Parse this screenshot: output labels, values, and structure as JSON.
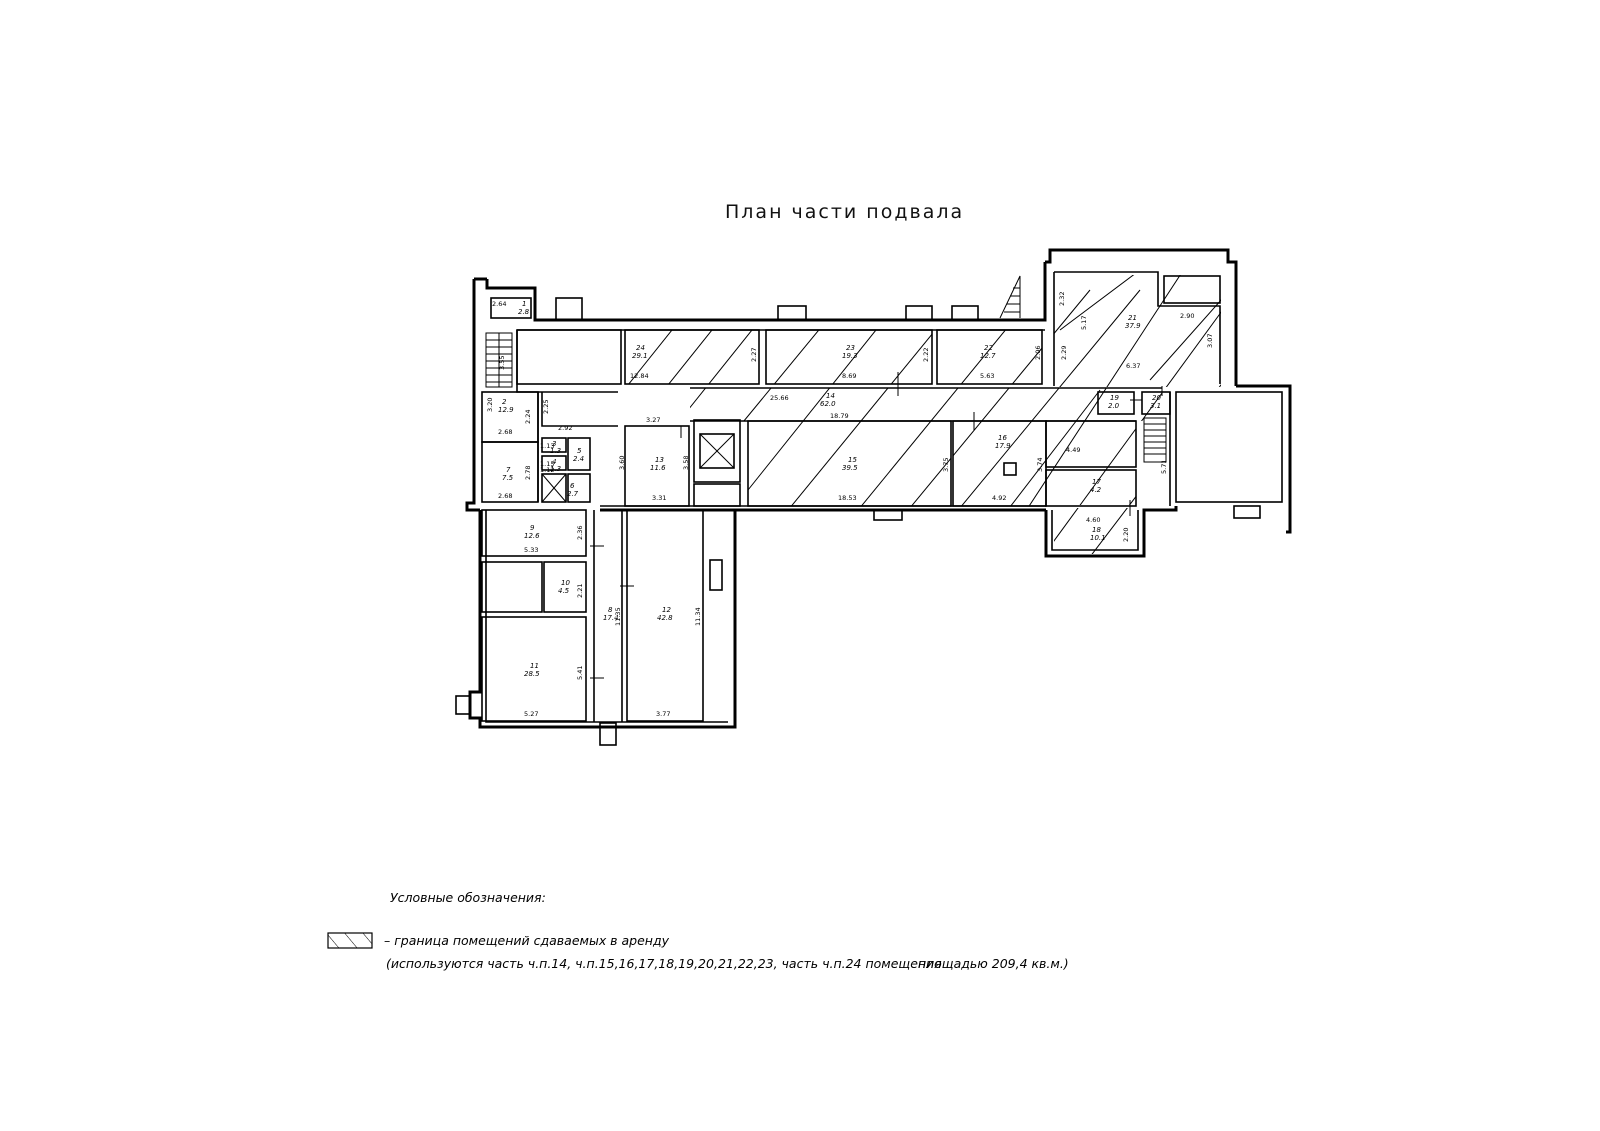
{
  "title": "План части подвала",
  "rooms": [
    {
      "n": "1",
      "area": "2.8"
    },
    {
      "n": "2",
      "area": "12.9"
    },
    {
      "n": "3",
      "area": "1.3"
    },
    {
      "n": "4",
      "area": "1.3"
    },
    {
      "n": "5",
      "area": "2.4"
    },
    {
      "n": "6",
      "area": "2.7"
    },
    {
      "n": "7",
      "area": "7.5"
    },
    {
      "n": "8",
      "area": "17.4"
    },
    {
      "n": "9",
      "area": "12.6"
    },
    {
      "n": "10",
      "area": "4.5"
    },
    {
      "n": "11",
      "area": "28.5"
    },
    {
      "n": "12",
      "area": "42.8"
    },
    {
      "n": "13",
      "area": "11.6"
    },
    {
      "n": "14",
      "area": "62.0"
    },
    {
      "n": "15",
      "area": "39.5"
    },
    {
      "n": "16",
      "area": "17.9"
    },
    {
      "n": "17",
      "area": "4.2"
    },
    {
      "n": "18",
      "area": "10.1"
    },
    {
      "n": "19",
      "area": "2.0"
    },
    {
      "n": "20",
      "area": "3.1"
    },
    {
      "n": "21",
      "area": "37.9"
    },
    {
      "n": "22",
      "area": "12.7"
    },
    {
      "n": "23",
      "area": "19.3"
    },
    {
      "n": "24",
      "area": "29.1"
    }
  ],
  "dimensions": [
    "2.64",
    "3.55",
    "3.20",
    "2.24",
    "2.25",
    "2.68",
    "2.78",
    "2.68",
    "2.92",
    "1.13",
    "1.15",
    "1.12",
    "3.27",
    "3.60",
    "3.58",
    "3.31",
    "12.84",
    "2.27",
    "8.69",
    "2.22",
    "5.63",
    "2.06",
    "25.66",
    "18.79",
    "3.75",
    "18.53",
    "3.74",
    "4.92",
    "4.49",
    "2.32",
    "5.17",
    "2.29",
    "2.90",
    "3.07",
    "6.37",
    "5.71",
    "4.60",
    "2.20",
    "5.33",
    "2.36",
    "2.21",
    "11.35",
    "11.34",
    "5.41",
    "5.27",
    "3.77"
  ],
  "legend": {
    "heading": "Условные обозначения:",
    "line1": "– граница помещений сдаваемых в аренду",
    "line2": "(используются часть ч.п.14,  ч.п.15,16,17,18,19,20,21,22,23,  часть ч.п.24 помещения",
    "line3": "площадью 209,4 кв.м.)"
  }
}
